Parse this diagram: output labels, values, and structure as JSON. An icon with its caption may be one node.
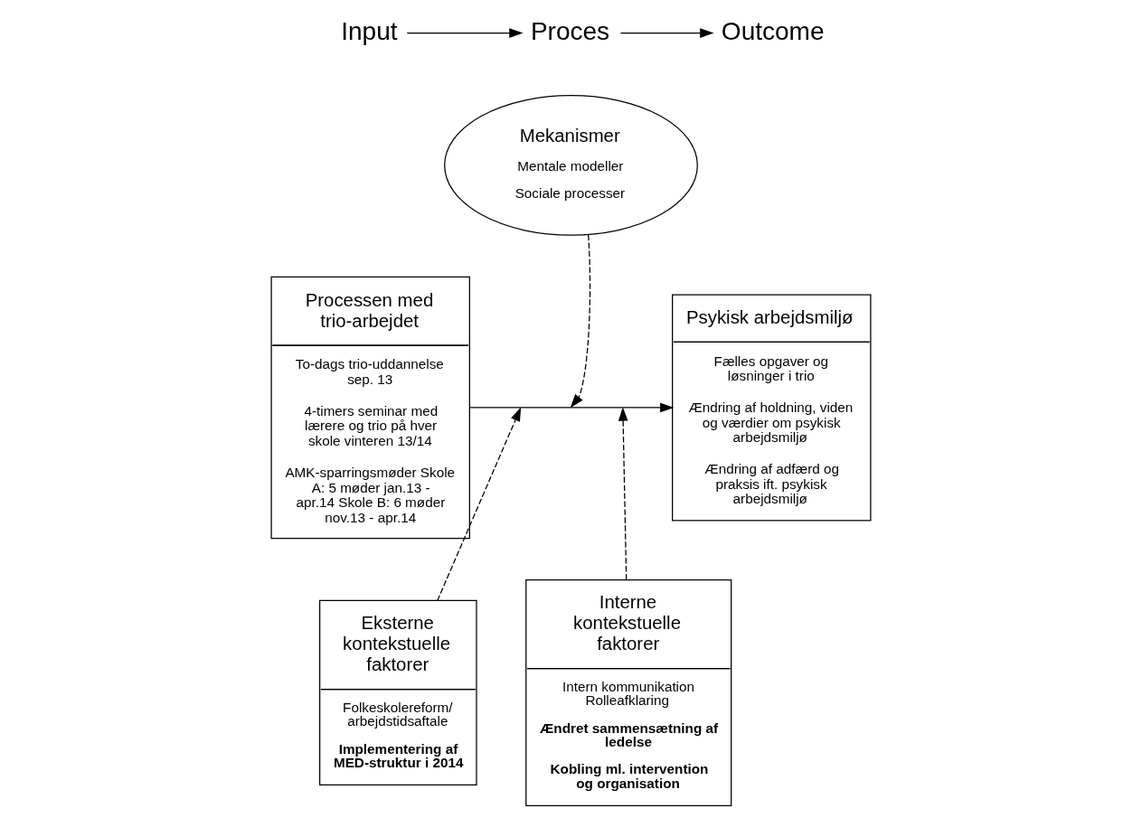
{
  "diagram": {
    "nodes": [
      {
        "text": [
          "Input"
        ]
      },
      {
        "text": [
          "Proces"
        ]
      },
      {
        "text": [
          "Outcome"
        ]
      },
      {
        "text": [
          "Processen med trio-arbejdet",
          "To-dags trio-uddannelse sep. 13",
          "4-timers seminar med lærere og trio på hver skole vinteren 13/14",
          "AMK-sparringsmøder Skole A: 5 møder jan.13 - apr.14 Skole B: 6 møder nov.13 - apr.14"
        ]
      },
      {
        "text": [
          "Mekanismer",
          "Mentale modeller",
          "Sociale processer"
        ]
      },
      {
        "text": [
          "Psykisk arbejdsmiljø",
          "Fælles opgaver og løsninger i trio",
          "Ændring af holdning, viden og værdier om psykisk arbejdsmiljø",
          "Ændring af adfærd og praksis ift. psykisk arbejdsmiljø"
        ]
      },
      {
        "text": [
          "Eksterne kontekstuelle faktorer",
          "Folkeskolereform/ arbejdstidsaftale",
          "Implementering af MED-struktur i 2014"
        ]
      },
      {
        "text": [
          "Interne kontekstuelle faktorer",
          "Intern kommunikation",
          "Rolleafklaring",
          "Ændret sammensætning af ledelse",
          "Kobling ml. intervention og organisation"
        ]
      }
    ],
    "edges": [
      {
        "from": 0,
        "to": 1,
        "arrow": "to"
      },
      {
        "from": 1,
        "to": 2,
        "arrow": "to"
      },
      {
        "from": 3,
        "to": 5,
        "arrow": "to"
      },
      {
        "from": 4,
        "to": null,
        "arrow": "to",
        "style": "dashed"
      },
      {
        "from": 6,
        "to": null,
        "arrow": "to",
        "style": "dashed"
      },
      {
        "from": 7,
        "to": null,
        "arrow": "to",
        "style": "dashed"
      }
    ]
  }
}
